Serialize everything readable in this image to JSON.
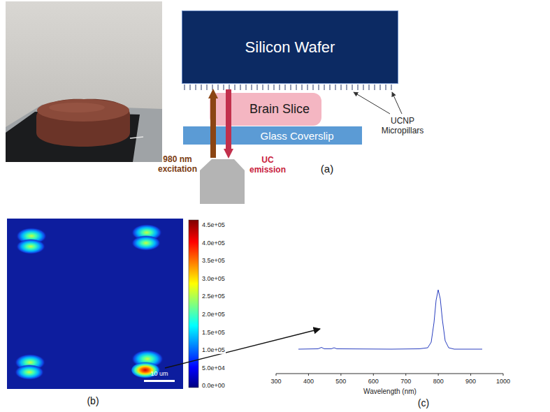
{
  "diagram": {
    "nodes": [
      {
        "text": [
          "Silicon Wafer"
        ]
      },
      {
        "text": [
          "Brain Slice"
        ]
      },
      {
        "text": [
          "Glass Coverslip"
        ]
      }
    ],
    "labels": [
      "980 nm excitation",
      "UC emission",
      "UCNP Micropillars",
      "(a)",
      "4.5e+05",
      "4.0e+05",
      "3.5e+05",
      "3.0e+05",
      "2.5e+05",
      "2.0e+05",
      "1.5e+05",
      "1.0e+05",
      "5.0e+04",
      "0.0e+00",
      "10 um",
      "(b)",
      "300",
      "400",
      "500",
      "600",
      "700",
      "800",
      "900",
      "1000",
      "Wavelength (nm)",
      "(c)"
    ]
  }
}
